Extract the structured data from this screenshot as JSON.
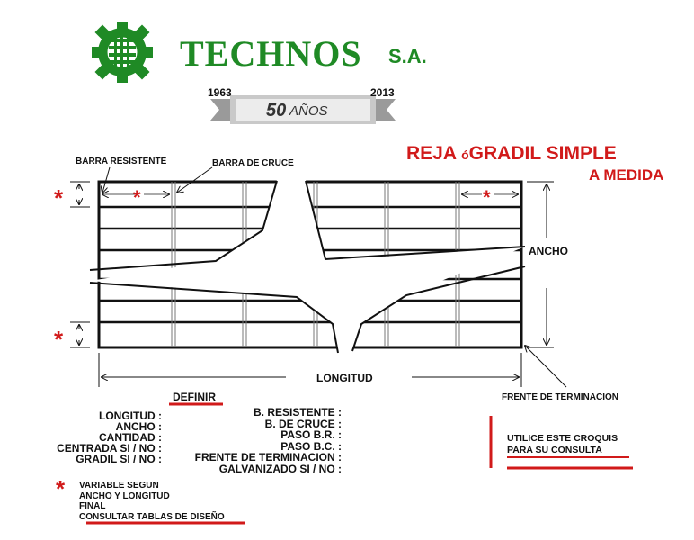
{
  "header": {
    "company": "TECHNOS",
    "company_suffix": "S.A.",
    "year_start": "1963",
    "year_end": "2013",
    "anniversary_number": "50",
    "anniversary_word": "AÑOS",
    "logo_icon": "gear-grid-logo-icon"
  },
  "title": {
    "line1_a": "REJA",
    "line1_b": "ó",
    "line1_c": "GRADIL SIMPLE",
    "line2": "A MEDIDA"
  },
  "diagram": {
    "barra_resistente": "BARRA RESISTENTE",
    "barra_cruce": "BARRA DE CRUCE",
    "ancho": "ANCHO",
    "longitud": "LONGITUD",
    "frente": "FRENTE DE TERMINACION",
    "star": "*"
  },
  "form": {
    "definir": "DEFINIR",
    "left_fields": [
      "LONGITUD :",
      "ANCHO :",
      "CANTIDAD :",
      "CENTRADA  SI / NO :",
      "GRADIL  SI / NO :"
    ],
    "right_fields": [
      "B. RESISTENTE :",
      "B. DE CRUCE :",
      "PASO B.R. :",
      "PASO B.C. :",
      "FRENTE DE TERMINACION :",
      "GALVANIZADO SI / NO :"
    ]
  },
  "notes": {
    "star": "*",
    "lines": [
      "VARIABLE SEGUN",
      "ANCHO Y LONGITUD",
      "FINAL",
      "CONSULTAR TABLAS DE DISEÑO"
    ]
  },
  "hint": {
    "line1": "UTILICE ESTE CROQUIS",
    "line2": "PARA SU CONSULTA"
  },
  "colors": {
    "brand_green": "#1f8a25",
    "accent_red": "#d11a1a"
  }
}
